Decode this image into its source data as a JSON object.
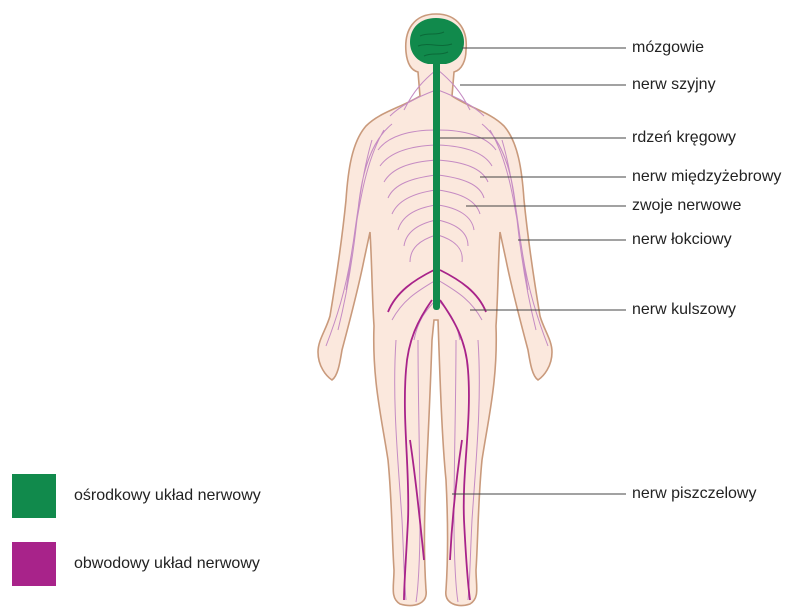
{
  "labels": {
    "brain": "mózgowie",
    "cervical_nerve": "nerw szyjny",
    "spinal_cord": "rdzeń kręgowy",
    "intercostal_nerve": "nerw międzyżebrowy",
    "ganglia": "zwoje nerwowe",
    "ulnar_nerve": "nerw łokciowy",
    "sciatic_nerve": "nerw kulszowy",
    "tibial_nerve": "nerw piszczelowy"
  },
  "legend": {
    "central": {
      "label": "ośrodkowy układ nerwowy",
      "color": "#118a4c"
    },
    "peripheral": {
      "label": "obwodowy układ nerwowy",
      "color": "#a8238a"
    }
  },
  "colors": {
    "skin": "#fbe8dd",
    "outline": "#c99a7c",
    "nerve_fine": "#c58bc3",
    "leader_line": "#444444"
  }
}
